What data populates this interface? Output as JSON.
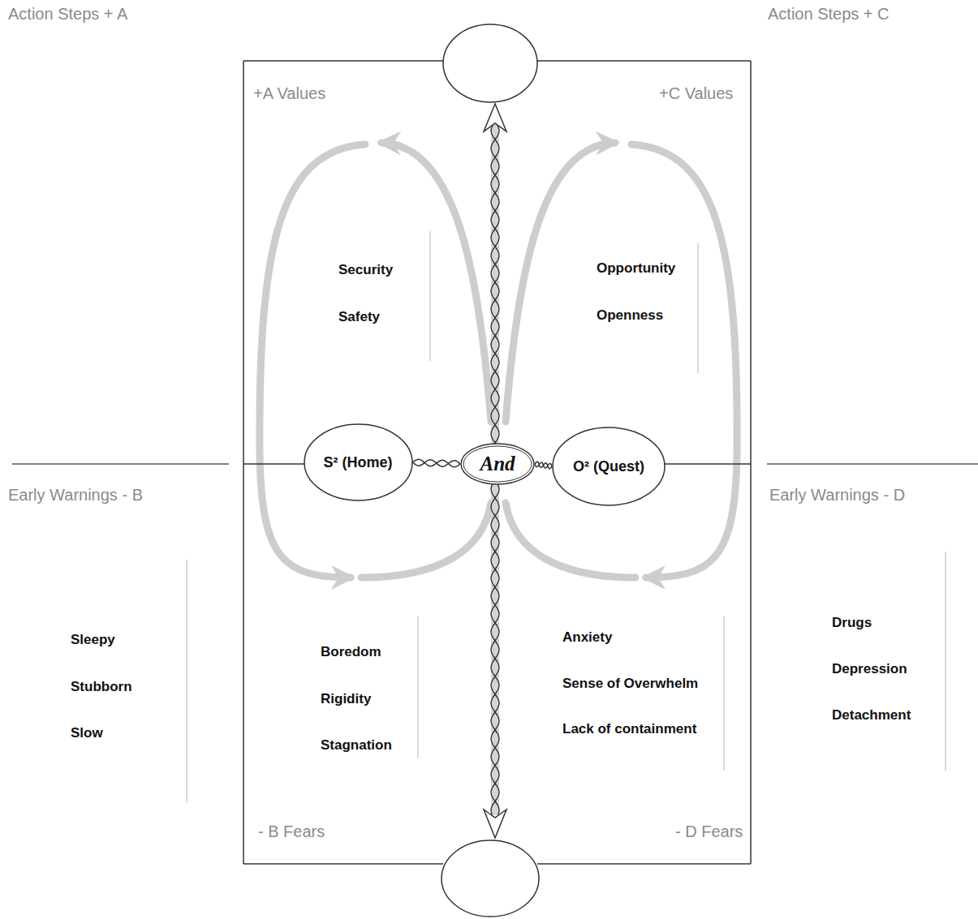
{
  "diagram": {
    "nodes": [
      {
        "text": [
          "S² (Home)"
        ]
      },
      {
        "text": [
          "And"
        ]
      },
      {
        "text": [
          "O² (Quest)"
        ]
      }
    ],
    "edges": [
      {
        "from": 0,
        "to": 1,
        "arrow": "none"
      },
      {
        "from": 1,
        "to": 2,
        "arrow": "none"
      }
    ],
    "labels": [
      "Action Steps + A",
      "+A Values",
      "+C Values",
      "Action Steps + C",
      "Security",
      "Safety",
      "Opportunity",
      "Openness",
      "Early Warnings - B",
      "Early Warnings - D",
      "Sleepy",
      "Stubborn",
      "Slow",
      "Boredom",
      "Rigidity",
      "Stagnation",
      "Anxiety",
      "Sense of Overwhelm",
      "Lack of containment",
      "Drugs",
      "Depression",
      "Detachment",
      "- B Fears",
      "- D Fears"
    ]
  }
}
